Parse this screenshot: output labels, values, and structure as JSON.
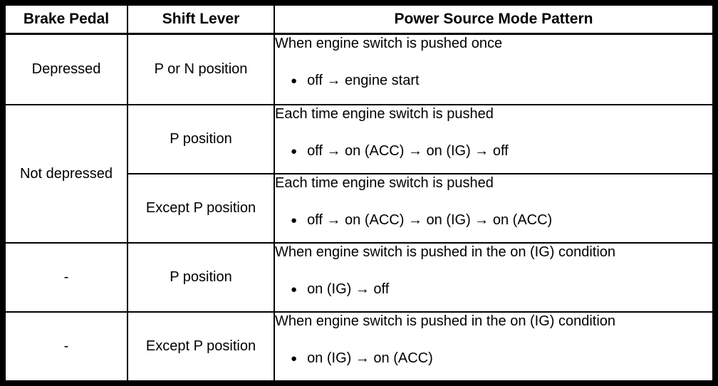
{
  "table": {
    "headers": {
      "brake_pedal": "Brake Pedal",
      "shift_lever": "Shift Lever",
      "power_source_mode_pattern": "Power Source Mode Pattern"
    },
    "bullet_char": "●",
    "rows": [
      {
        "brake": "Depressed",
        "shift": "P or N position",
        "pattern_title": "When engine switch is pushed once",
        "pattern_bullet": "off → engine start"
      },
      {
        "brake": "Not depressed",
        "shift": "P position",
        "pattern_title": "Each time engine switch is pushed",
        "pattern_bullet": "off → on (ACC) → on (IG) → off"
      },
      {
        "shift": "Except P position",
        "pattern_title": "Each time engine switch is pushed",
        "pattern_bullet": "off → on (ACC) → on (IG) → on (ACC)"
      },
      {
        "brake": "-",
        "shift": "P position",
        "pattern_title": "When engine switch is pushed in the on (IG) condition",
        "pattern_bullet": "on (IG) → off"
      },
      {
        "brake": "-",
        "shift": "Except P position",
        "pattern_title": "When engine switch is pushed in the on (IG) condition",
        "pattern_bullet": "on (IG) → on (ACC)"
      }
    ]
  },
  "colors": {
    "border": "#000000",
    "background": "#ffffff",
    "text": "#000000"
  }
}
